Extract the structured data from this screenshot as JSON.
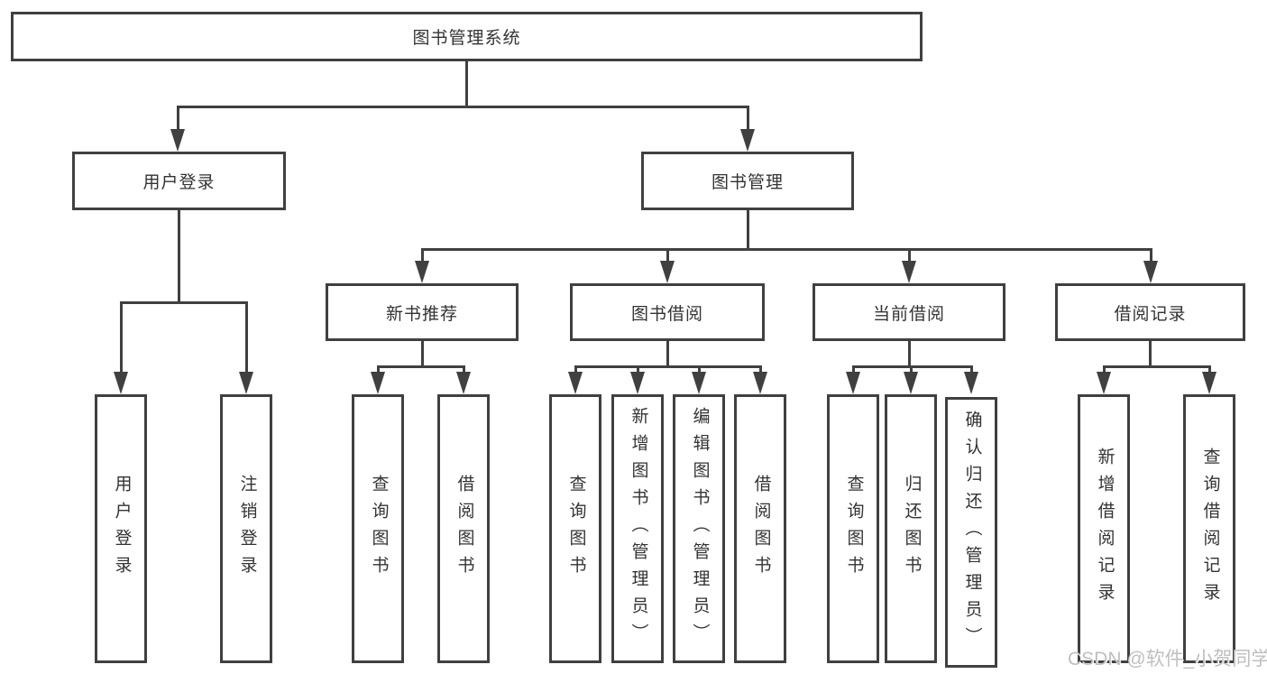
{
  "meta": {
    "diagram_type": "hierarchy-tree",
    "colors": {
      "line": "#404040",
      "text": "#333333",
      "box_fill": "#ffffff",
      "watermark": "#bfbfbf",
      "background": "#ffffff"
    }
  },
  "tree": {
    "root": {
      "label": "图书管理系统"
    },
    "branches": [
      {
        "label": "用户登录",
        "children": [
          {
            "label": "用户登录"
          },
          {
            "label": "注销登录"
          }
        ]
      },
      {
        "label": "图书管理",
        "children": [
          {
            "label": "新书推荐",
            "children": [
              {
                "label": "查询图书"
              },
              {
                "label": "借阅图书"
              }
            ]
          },
          {
            "label": "图书借阅",
            "children": [
              {
                "label": "查询图书"
              },
              {
                "label": "新增图书（管理员）"
              },
              {
                "label": "编辑图书（管理员）"
              },
              {
                "label": "借阅图书"
              }
            ]
          },
          {
            "label": "当前借阅",
            "children": [
              {
                "label": "查询图书"
              },
              {
                "label": "归还图书"
              },
              {
                "label": "确认归还（管理员）"
              }
            ]
          },
          {
            "label": "借阅记录",
            "children": [
              {
                "label": "新增借阅记录"
              },
              {
                "label": "查询借阅记录"
              }
            ]
          }
        ]
      }
    ]
  },
  "watermark": {
    "text": "CSDN @软件_小贺同学"
  }
}
